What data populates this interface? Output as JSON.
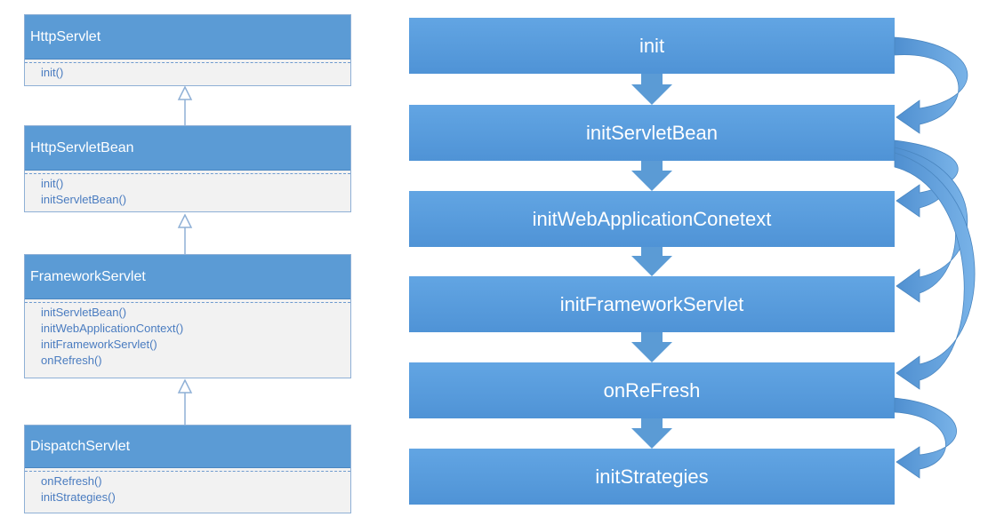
{
  "uml_classes": [
    {
      "name": "HttpServlet",
      "methods": [
        "init()"
      ]
    },
    {
      "name": "HttpServletBean",
      "methods": [
        "init()",
        "initServletBean()"
      ]
    },
    {
      "name": "FrameworkServlet",
      "methods": [
        "initServletBean()",
        "initWebApplicationContext()",
        "initFrameworkServlet()",
        "onRefresh()"
      ]
    },
    {
      "name": "DispatchServlet",
      "methods": [
        "onRefresh()",
        "initStrategies()"
      ]
    }
  ],
  "flow_steps": [
    "init",
    "initServletBean",
    "initWebApplicationConetext",
    "initFrameworkServlet",
    "onReFresh",
    "initStrategies"
  ],
  "colors": {
    "uml_header": "#5b9bd5",
    "uml_method_text": "#4a7cc0",
    "flow_box": "#5b9bd5",
    "arrow": "#5b9bd5"
  }
}
